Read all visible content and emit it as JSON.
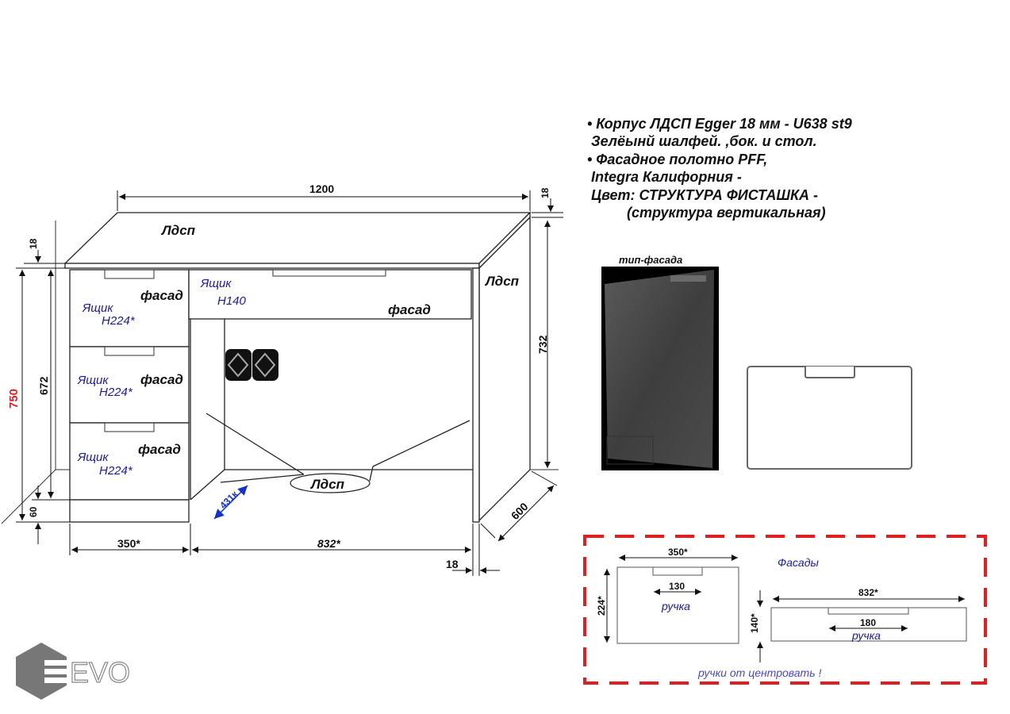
{
  "spec": {
    "lines": [
      "• Корпус ЛДСП Egger 18 мм - U638 st9",
      " Зелёынй шалфей. ,бок. и стол.",
      "• Фасадное полотно PFF,",
      " Integra Калифорния -",
      " Цвет: СТРУКТУРА ФИСТАШКА -",
      "(структура вертикальная)"
    ]
  },
  "drawing": {
    "top_label": "Лдсп",
    "side_label": "Лдсп",
    "floor_label": "Лдсп",
    "facade_label": "фасад",
    "drawer_small": {
      "title": "Ящик",
      "height": "H140"
    },
    "drawer_big": {
      "title": "Ящик",
      "height": "H224*"
    },
    "dims": {
      "width": "1200",
      "top_thickness_right": "18",
      "top_thickness_left": "18",
      "height_total": "750",
      "height_body": "672",
      "plinth": "60",
      "side_height": "732",
      "depth": "600",
      "pedestal_width": "350*",
      "opening_width": "832*",
      "side_thickness": "18",
      "diag": "431к"
    }
  },
  "facade_sample": {
    "title": "тип-фасада"
  },
  "facades_box": {
    "title": "Фасады",
    "big": {
      "width": "350*",
      "height": "224*",
      "handle": "130",
      "handle_label": "ручка"
    },
    "small": {
      "width": "832*",
      "height": "140*",
      "handle": "180",
      "handle_label": "ручка"
    },
    "note": "ручки от центровать !",
    "border_color": "#e02020"
  },
  "logo": {
    "text": "EVO"
  },
  "colors": {
    "accent_red": "#e02020",
    "blue_text": "#1a1aa0",
    "dim_blue": "#1030d0"
  }
}
